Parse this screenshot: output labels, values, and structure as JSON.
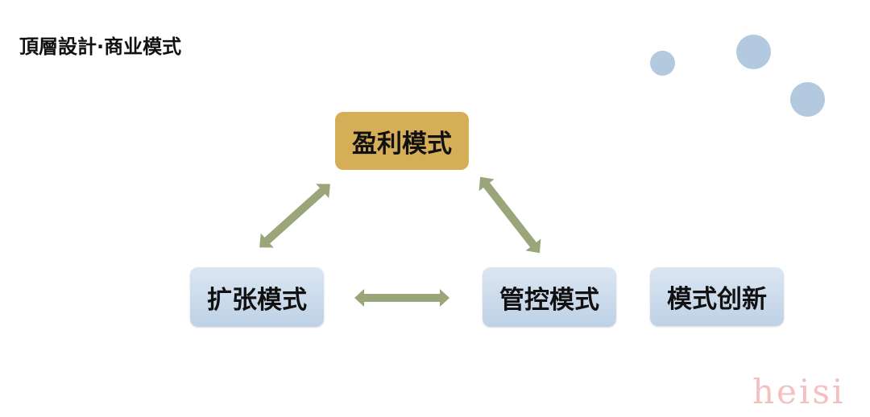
{
  "title": "頂層設計·商业模式",
  "nodes": {
    "top": "盈利模式",
    "left": "扩张模式",
    "right": "管控模式",
    "extra": "模式创新"
  },
  "colors": {
    "gold": "#d7ae58",
    "blue": "#c9d9ea",
    "arrow": "#9ba57a",
    "circle": "#b3c9df"
  },
  "watermark": "heisi"
}
